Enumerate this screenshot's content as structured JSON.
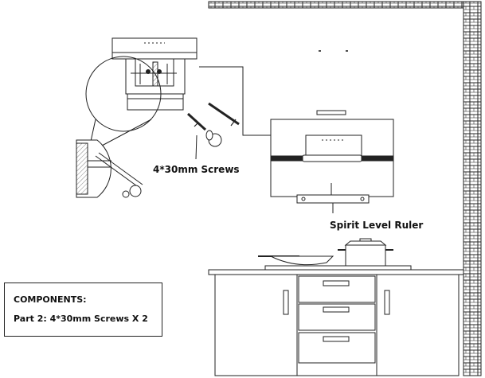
{
  "labels": {
    "screws": "4*30mm Screws",
    "spirit_level": "Spirit Level Ruler"
  },
  "components": {
    "title": "COMPONENTS:",
    "part": "Part  2:  4*30mm Screws X 2"
  },
  "colors": {
    "line": "#222222",
    "background": "#ffffff"
  }
}
